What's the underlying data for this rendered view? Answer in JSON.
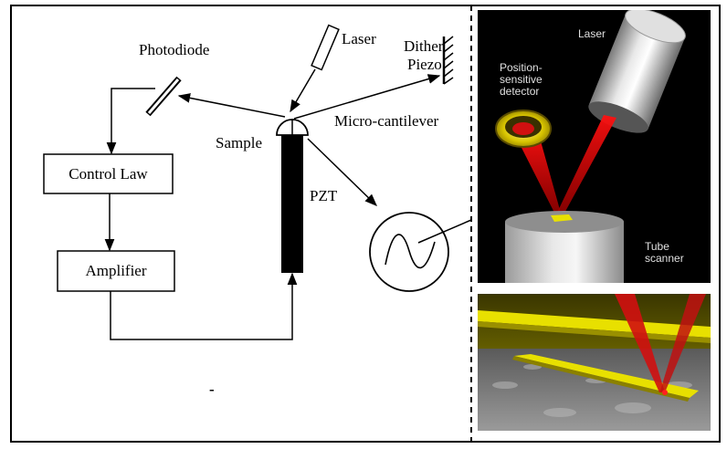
{
  "schematic": {
    "labels": {
      "photodiode": "Photodiode",
      "laser": "Laser",
      "dither": "Dither",
      "piezo": "Piezo",
      "sample": "Sample",
      "micro_cantilever": "Micro-cantilever",
      "pzt": "PZT",
      "dash_mark": "-"
    },
    "blocks": {
      "control_law": "Control Law",
      "amplifier": "Amplifier"
    }
  },
  "photo_top": {
    "labels": {
      "laser": "Laser",
      "detector_line1": "Position-",
      "detector_line2": "sensitive",
      "detector_line3": "detector",
      "tube_line1": "Tube",
      "tube_line2": "scanner"
    }
  },
  "colors": {
    "line": "#000000",
    "beam_red": "#d01818",
    "cantilever_yellow": "#e8e000",
    "photo_background": "#000000"
  }
}
